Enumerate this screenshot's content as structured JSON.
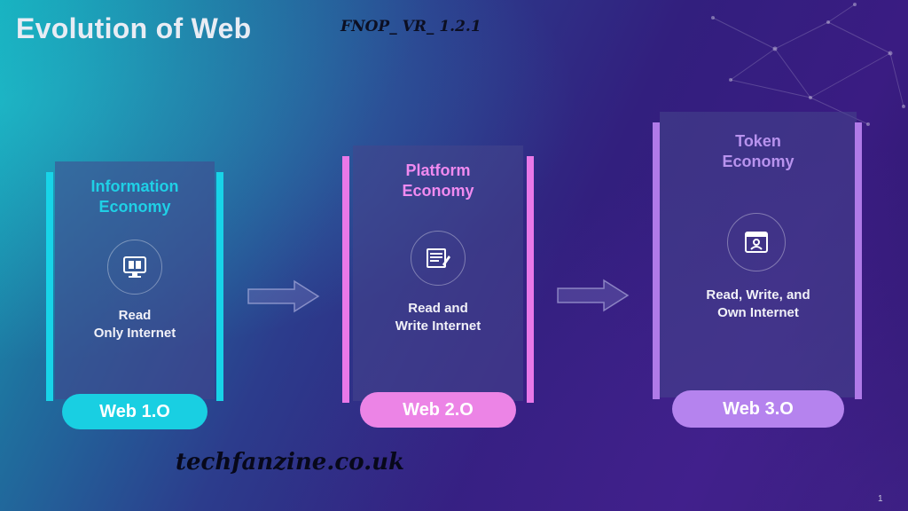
{
  "slide": {
    "title": "Evolution of Web",
    "version_label": "FNOP_ VR_ 1.2.1",
    "watermark": "techfanzine.co.uk",
    "page_number": "1"
  },
  "cards": [
    {
      "heading_line1": "Information",
      "heading_line2": "Economy",
      "icon": "book-monitor-icon",
      "desc_line1": "Read",
      "desc_line2": "Only Internet",
      "pill": "Web 1.O",
      "accent": "#18d4e8",
      "heading_color": "#1fd0e6",
      "pill_color": "#19cfe2"
    },
    {
      "heading_line1": "Platform",
      "heading_line2": "Economy",
      "icon": "document-edit-icon",
      "desc_line1": "Read and",
      "desc_line2": "Write Internet",
      "pill": "Web 2.O",
      "accent": "#e978e8",
      "heading_color": "#f08af0",
      "pill_color": "#ec84e6"
    },
    {
      "heading_line1": "Token",
      "heading_line2": "Economy",
      "icon": "user-window-icon",
      "desc_line1": "Read, Write, and",
      "desc_line2": "Own Internet",
      "pill": "Web 3.O",
      "accent": "#b07ae8",
      "heading_color": "#b893ee",
      "pill_color": "#b583ee"
    }
  ]
}
